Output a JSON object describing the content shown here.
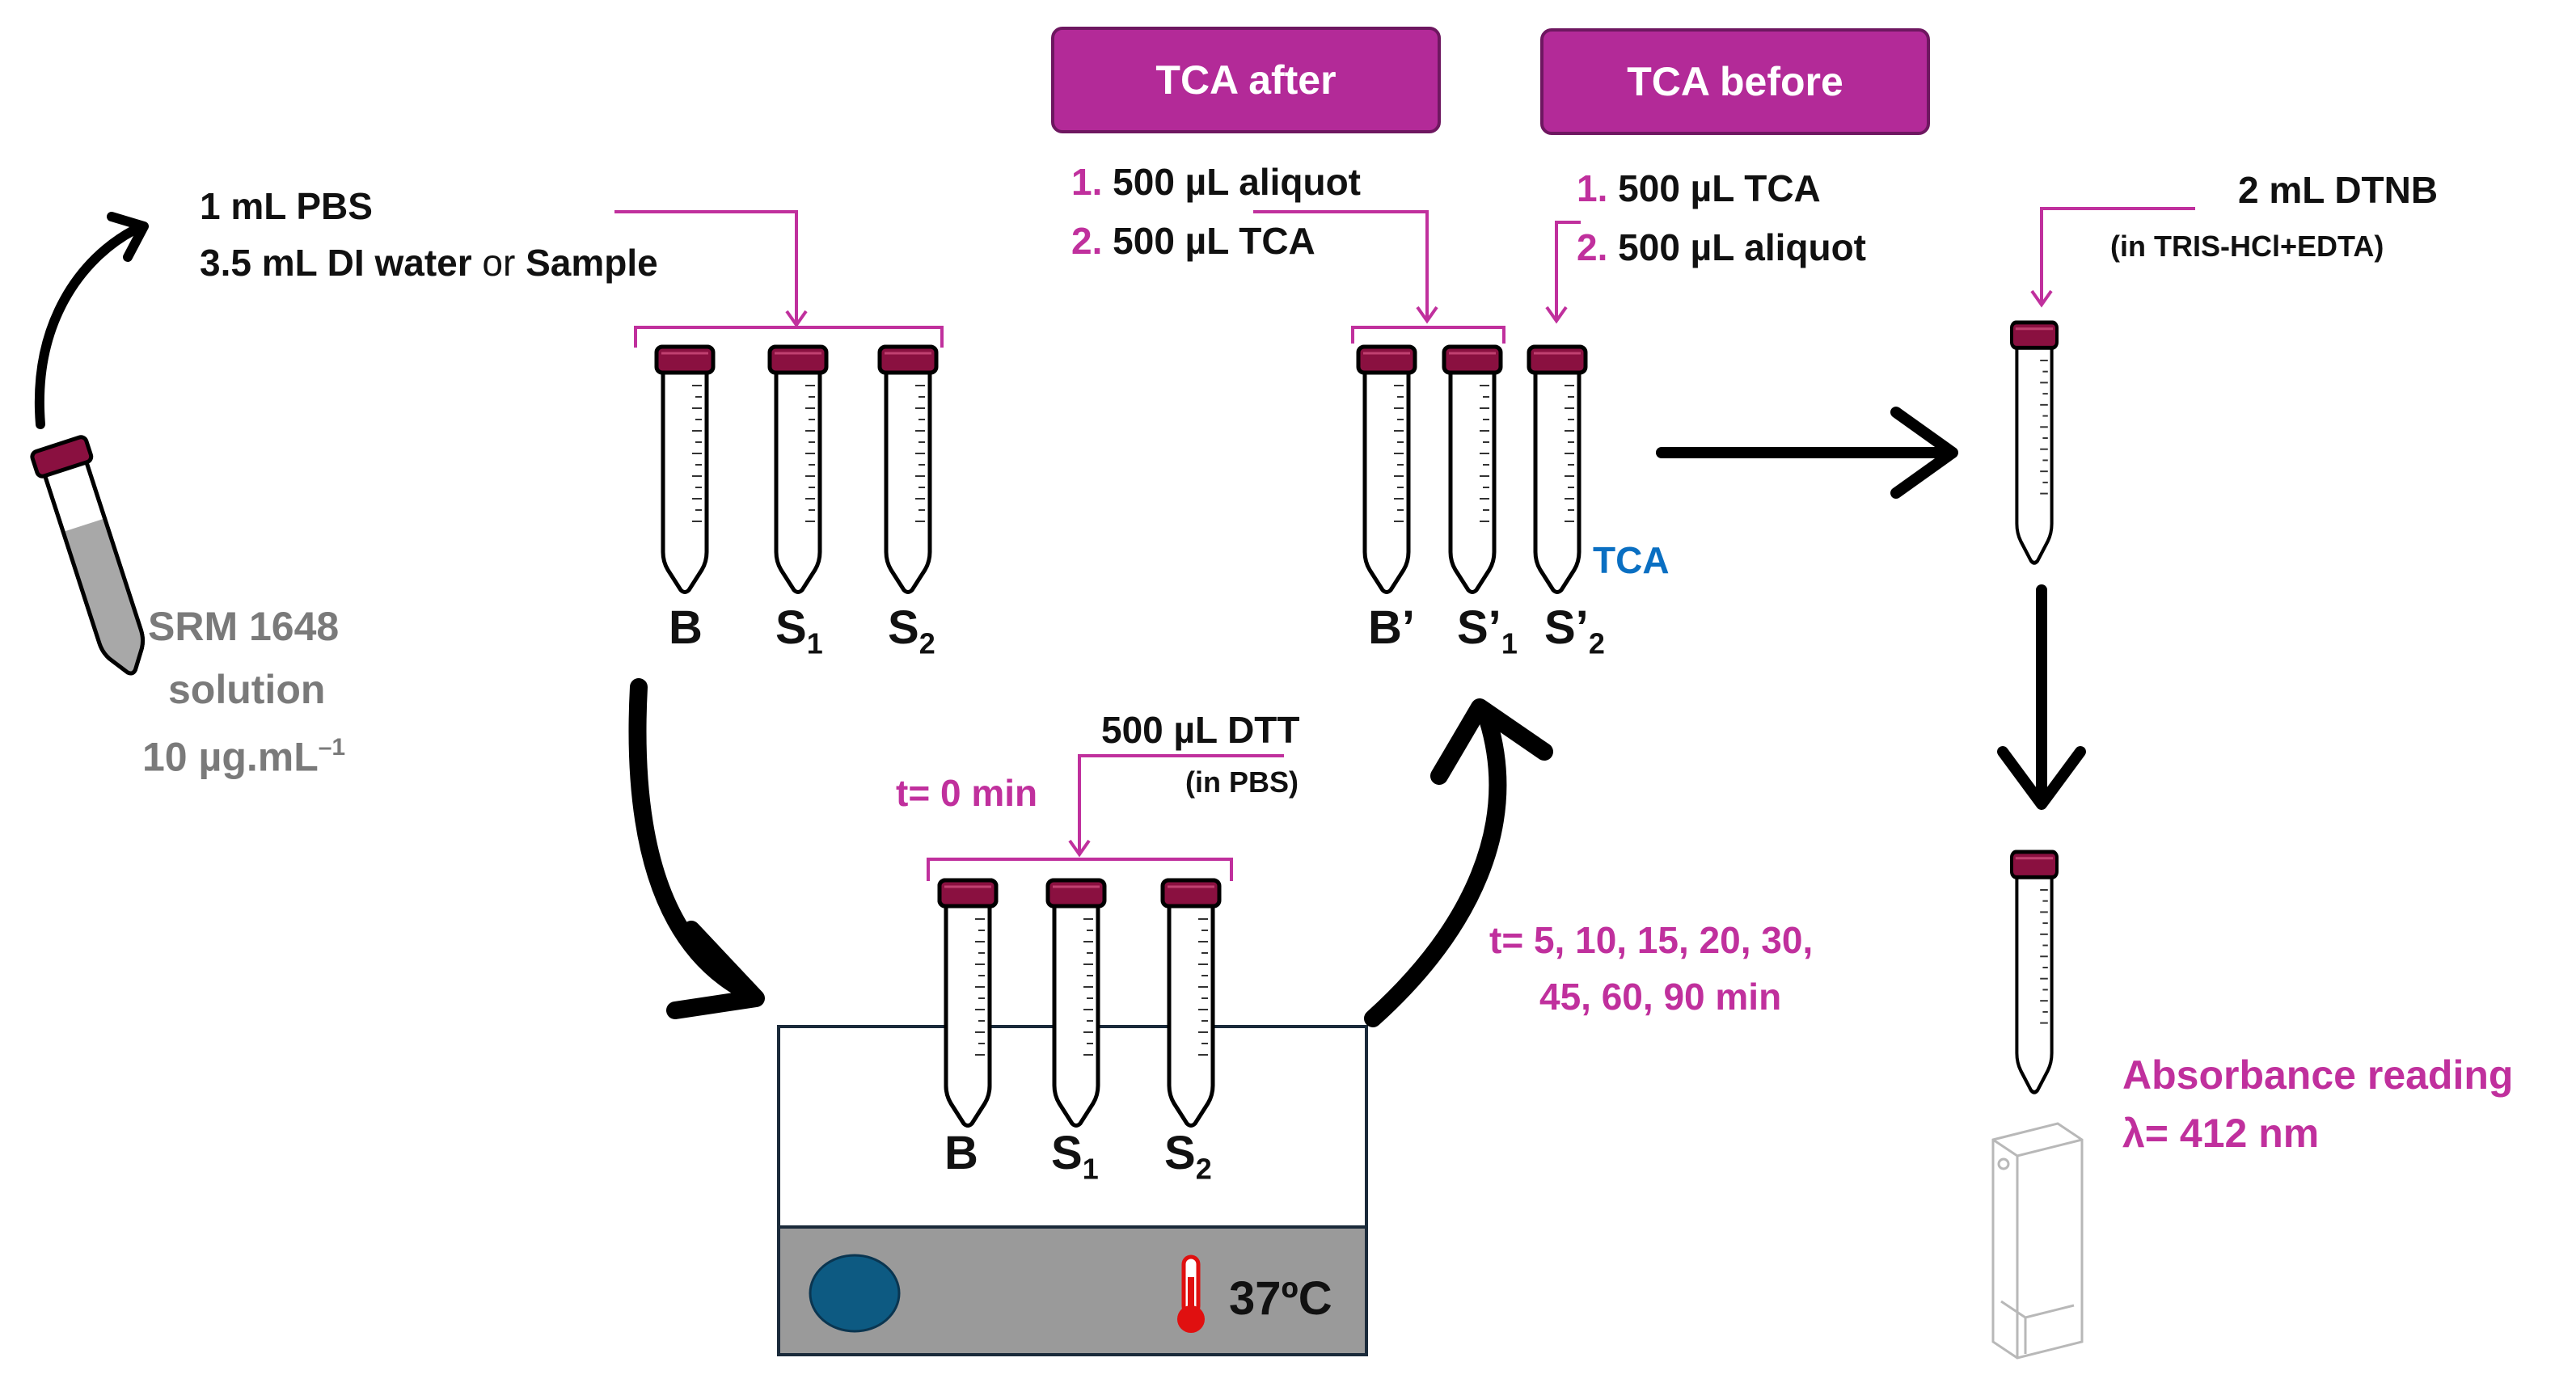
{
  "srm": {
    "line1": "SRM 1648",
    "line2": "solution",
    "line3_value": "10 µg.mL",
    "line3_exp": "–1"
  },
  "step1": {
    "line1": "1 mL PBS",
    "line2_a": "3.5 mL DI water",
    "line2_or": " or ",
    "line2_b": "Sample"
  },
  "tubes1": {
    "b": "B",
    "s": "S",
    "sub1": "1",
    "sub2": "2"
  },
  "dtt": {
    "label": "500 µL DTT",
    "sub": "(in PBS)",
    "time0": "t= 0 min"
  },
  "bath": {
    "b": "B",
    "s": "S",
    "sub1": "1",
    "sub2": "2",
    "temp": "37ºC"
  },
  "times": {
    "line1": "t= 5, 10, 15, 20, 30,",
    "line2": "45, 60, 90 min"
  },
  "tca_after": {
    "title": "TCA after",
    "n1": "1.",
    "s1": " 500 µL aliquot",
    "n2": "2.",
    "s2": " 500 µL TCA"
  },
  "tca_before": {
    "title": "TCA before",
    "n1": "1.",
    "s1": " 500 µL TCA",
    "n2": "2.",
    "s2": " 500 µL aliquot"
  },
  "tubes2": {
    "b": "B’",
    "s": "S’",
    "sub1": "1",
    "sub2": "2",
    "tca": "TCA"
  },
  "dtnb": {
    "label": "2 mL DTNB",
    "sub": "(in TRIS-HCl+EDTA)"
  },
  "absorbance": {
    "line1": "Absorbance reading",
    "line2": "λ= 412 nm"
  },
  "colors": {
    "magenta": "#c0309d",
    "cap": "#8a1040",
    "tca_blue": "#0a6fc2",
    "yellow": "#f2f200",
    "bath_blue": "#0d5a82"
  }
}
